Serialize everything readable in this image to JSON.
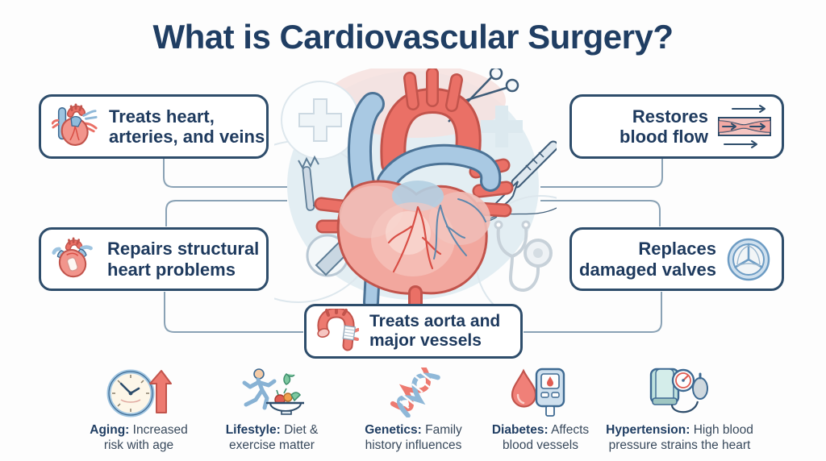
{
  "title": "What is Cardiovascular Surgery?",
  "callouts": {
    "treats_heart": {
      "line1": "Treats heart,",
      "line2": "arteries, and veins"
    },
    "restores_flow": {
      "line1": "Restores",
      "line2": "blood flow"
    },
    "repairs_structural": {
      "line1": "Repairs structural",
      "line2": "heart problems"
    },
    "replaces_valves": {
      "line1": "Replaces",
      "line2": "damaged valves"
    },
    "treats_aorta": {
      "line1": "Treats aorta and",
      "line2": "major vessels"
    }
  },
  "risk_factors": [
    {
      "label": "Aging:",
      "line1_rest": "Increased",
      "line2": "risk with age"
    },
    {
      "label": "Lifestyle:",
      "line1_rest": "Diet &",
      "line2": "exercise matter"
    },
    {
      "label": "Genetics:",
      "line1_rest": "Family",
      "line2": "history influences"
    },
    {
      "label": "Diabetes:",
      "line1_rest": "Affects",
      "line2": "blood vessels"
    },
    {
      "label": "Hypertension:",
      "line1_rest": "High blood",
      "line2": "pressure strains the heart"
    }
  ],
  "colors": {
    "title_navy": "#203e63",
    "box_border": "#2e4d6b",
    "connector": "#8aa2b5",
    "artery_red": "#ea7066",
    "vein_blue": "#a9c9e3",
    "circle_bg": "#e3eef3"
  }
}
